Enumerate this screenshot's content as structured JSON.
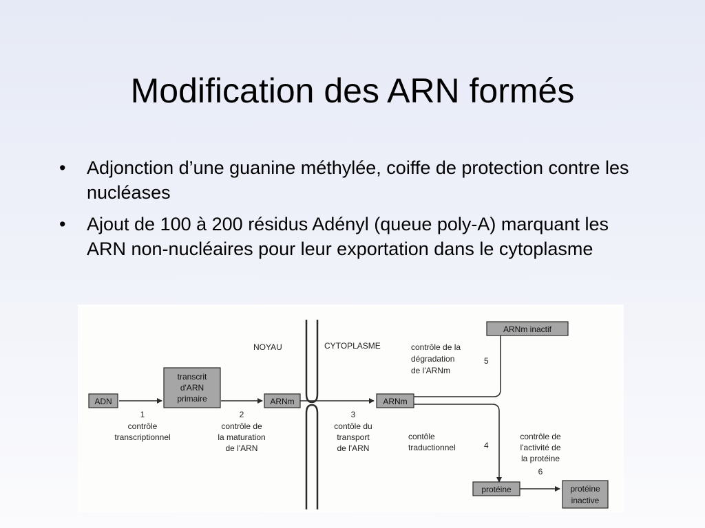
{
  "slide": {
    "title": "Modification des ARN formés",
    "bullets": [
      {
        "marker": "•",
        "text": "Adjonction d’une guanine méthylée, coiffe de protection contre les nucléases"
      },
      {
        "marker": "•",
        "text": "Ajout de 100 à 200 résidus Adényl (queue poly-A) marquant les ARN non-nucléaires pour leur exportation dans le cytoplasme"
      }
    ]
  },
  "diagram": {
    "regions": {
      "nucleus": "NOYAU",
      "cytoplasm": "CYTOPLASME"
    },
    "boxes": {
      "adn": "ADN",
      "transcrit_1": "transcrit",
      "transcrit_2": "d'ARN",
      "transcrit_3": "primaire",
      "arnm_nucleus": "ARNm",
      "arnm_cytoplasm": "ARNm",
      "arnm_inactif": "ARNm inactif",
      "proteine": "protéine",
      "proteine_inactive_1": "protéine",
      "proteine_inactive_2": "inactive"
    },
    "steps": {
      "s1_num": "1",
      "s1_l1": "contrôle",
      "s1_l2": "transcriptionnel",
      "s2_num": "2",
      "s2_l1": "contrôle de",
      "s2_l2": "la maturation",
      "s2_l3": "de l'ARN",
      "s3_num": "3",
      "s3_l1": "contôle du",
      "s3_l2": "transport",
      "s3_l3": "de l'ARN",
      "s4_num": "4",
      "s4_l1": "contôle",
      "s4_l2": "traductionnel",
      "s5_num": "5",
      "s5_l1": "contrôle de la",
      "s5_l2": "dégradation",
      "s5_l3": "de l'ARNm",
      "s6_num": "6",
      "s6_l1": "contrôle de",
      "s6_l2": "l'activité de",
      "s6_l3": "la protéine"
    },
    "colors": {
      "box_fill": "#a6a6a6",
      "line": "#2a2a2a",
      "background": "#fdfdfc"
    }
  }
}
